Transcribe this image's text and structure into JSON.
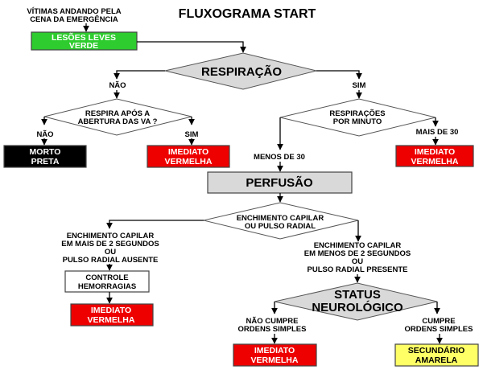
{
  "title": "FLUXOGRAMA START",
  "colors": {
    "green": "#2ecc2e",
    "red": "#ee0000",
    "black": "#000000",
    "yellow": "#ffff66",
    "gray": "#d9d9d9"
  },
  "nodes": {
    "start_label": [
      "VÍTIMAS ANDANDO  PELA",
      "CENA DA EMERGÊNCIA"
    ],
    "green_box": [
      "LESÕES LEVES",
      "VERDE"
    ],
    "respiracao": "RESPIRAÇÃO",
    "nao_1": "NÃO",
    "sim_1": "SIM",
    "respira_apos": [
      "RESPIRA APÓS A",
      "ABERTURA DAS VA ?"
    ],
    "nao_2": "NÃO",
    "sim_2": "SIM",
    "morto_box": [
      "MORTO",
      "PRETA"
    ],
    "imediato_1": [
      "IMEDIATO",
      "VERMELHA"
    ],
    "resp_por_min": [
      "RESPIRAÇÕES",
      "POR MINUTO"
    ],
    "mais_30": "MAIS DE 30",
    "menos_30": "MENOS DE 30",
    "imediato_2": [
      "IMEDIATO",
      "VERMELHA"
    ],
    "perfusao": "PERFUSÃO",
    "enchimento_q": [
      "ENCHIMENTO CAPILAR",
      "OU PULSO RADIAL"
    ],
    "left_cond": [
      "ENCHIMENTO CAPILAR",
      "EM MAIS DE 2 SEGUNDOS",
      "OU",
      "PULSO RADIAL  AUSENTE"
    ],
    "controle_box": [
      "CONTROLE",
      "HEMORRAGIAS"
    ],
    "imediato_3": [
      "IMEDIATO",
      "VERMELHA"
    ],
    "right_cond": [
      "ENCHIMENTO CAPILAR",
      "EM MENOS DE 2 SEGUNDOS",
      "OU",
      "PULSO RADIAL PRESENTE"
    ],
    "status_neuro": [
      "STATUS",
      "NEUROLÓGICO"
    ],
    "nao_cumpre": [
      "NÃO CUMPRE",
      "ORDENS SIMPLES"
    ],
    "cumpre": [
      "CUMPRE",
      "ORDENS SIMPLES"
    ],
    "imediato_4": [
      "IMEDIATO",
      "VERMELHA"
    ],
    "secundario_box": [
      "SECUNDÁRIO",
      "AMARELA"
    ]
  }
}
